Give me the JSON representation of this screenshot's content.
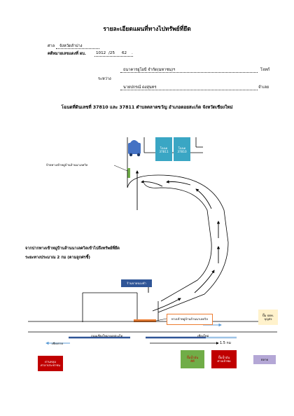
{
  "doc": {
    "title": "รายละเอียดแผนที่ทางไปทรัพย์ที่ยึด",
    "court_label": "ศาล",
    "court_value": "จังหวัดลำปาง",
    "case_label": "คดีหมายเลขแดงที่ ผบ.",
    "case_no": "1012",
    "case_sep": "/25",
    "case_year": "62",
    "case_end": ".",
    "plaintiff": "ธนาคารยูโอบี จำกัด(มหาชน)ฯ",
    "plaintiff_role": "โจทก์",
    "between_label": "ระหว่าง",
    "defendant": "นายปกรณ์  ดงสุนทร",
    "defendant_role": "จำเลย",
    "deed_heading": "โฉนดที่ดินเลขที่ 37810 และ 37811 ตำบลตลาดขวัญ อำเภอดอยสะเก็ด จังหวัดเชียงใหม่"
  },
  "map": {
    "plot1": [
      "โฉนด",
      "37811"
    ],
    "plot2": [
      "โฉนด",
      "37810"
    ],
    "sign_label": "ป้ายทางเข้าหมู่บ้านล้านนาเลควิล",
    "route_line1": "จากปากทางเข้าหมู่บ้านล้านนาเลควิลเข้าไปถึงทรัพย์ที่ยึด",
    "route_line2": "ระยะทางประมาณ 2 กม (ตามลูกศรชี้)",
    "shop_label": "ร้านขายของชำ",
    "entrance_label": "ทางเข้าหมู่บ้านล้านนาเลควิล",
    "gas_station_1": [
      "ปั๊ม ปตท.",
      "บุญส่ง"
    ],
    "highway_label": "ถนนเชียงใหม่-ดอยสะเก็ด",
    "to_chiang_mai": "เชียงใหม่",
    "to_chiang_rai": "เชียงราย",
    "distance": "1.5 กม",
    "school": [
      "ด่านหลุม",
      "ศาลาประชาชน"
    ],
    "gas_station_2": [
      "ปั๊มน้ำมัน",
      "ดีดี"
    ],
    "gas_station_3": [
      "ปั๊มน้ำมัน",
      "ศาลเจ้าพ่อ"
    ],
    "market": "ตลาด",
    "colors": {
      "plot_fill": "#3aa6c4",
      "shop_fill": "#2f5597",
      "school_fill": "#c00000",
      "gas2_fill": "#70ad47",
      "gas3_fill": "#c00000",
      "market_fill": "#b4a7d6",
      "gas1_fill": "#fff2cc",
      "highway_dark": "#2f5597",
      "highway_light": "#9dc3e6",
      "entrance_marker": "#ed7d31",
      "sign_fill": "#70ad47",
      "car_fill": "#4472c4"
    }
  }
}
